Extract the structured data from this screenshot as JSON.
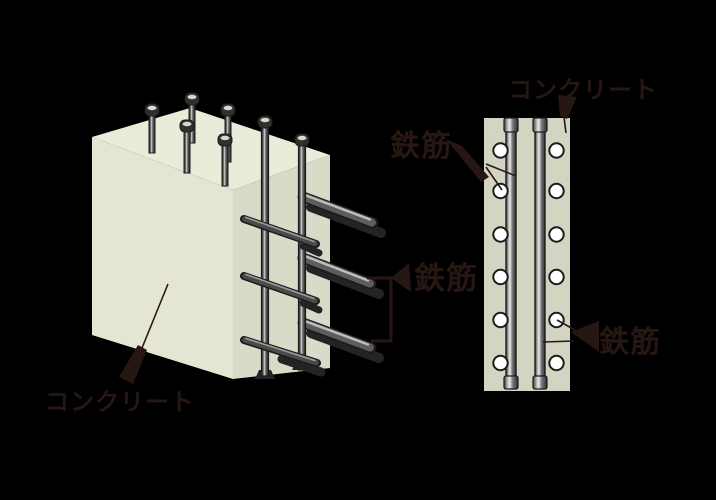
{
  "figure": {
    "type": "reinforced-concrete-diagram",
    "background": "#000000",
    "labels": {
      "concrete_block": "コンクリート",
      "concrete_section": "コンクリート",
      "rebar_bracket": "鉄筋",
      "rebar_section_left": "鉄筋",
      "rebar_section_right": "鉄筋"
    },
    "colors": {
      "ink": "#271713",
      "block_top": "#eaebd9",
      "block_front": "#e4e6d3",
      "block_side": "#d9dbc8",
      "slab": "#d3d5c2",
      "rebar_dark": "#3c3c3c",
      "rebar_mid": "#6a6a6a",
      "rebar_highlight": "#d9d9d9",
      "rebar_outline": "#1c1c1c",
      "rebar_shadow": "#242424",
      "section_circle_fill": "#ffffff"
    },
    "cross_section": {
      "rebar_circle_rows": 6,
      "rebar_circle_columns": 2,
      "vertical_bars": 2
    },
    "block": {
      "top_stub_bars": 5,
      "long_vertical_bars": 2,
      "stirrup_bars": 3,
      "protruding_bar_pairs": 3
    }
  }
}
